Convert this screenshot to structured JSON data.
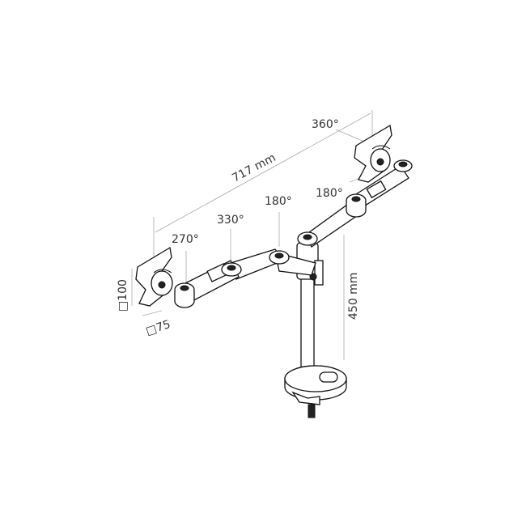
{
  "diagram": {
    "labels": {
      "rot_right_plate": "360°",
      "width": "717 mm",
      "rot_center_joint": "180°",
      "rot_right_joint": "180°",
      "rot_left_mid": "330°",
      "rot_left_plate": "270°",
      "vesa_100": "□100",
      "vesa_75": "□75",
      "height": "450 mm"
    }
  }
}
